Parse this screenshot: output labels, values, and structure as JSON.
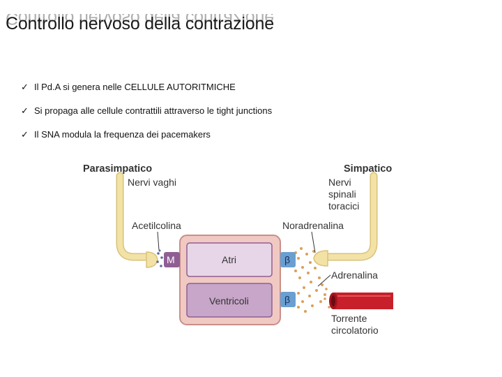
{
  "slide": {
    "title": "Controllo nervoso della contrazione"
  },
  "bullets": [
    {
      "check": "✓",
      "text": "Il Pd.A si genera nelle CELLULE AUTORITMICHE"
    },
    {
      "check": "✓",
      "text": "Si propaga alle cellule contrattili attraverso le tight junctions"
    },
    {
      "check": "✓",
      "text": "Il SNA modula la frequenza dei pacemakers"
    }
  ],
  "diagram": {
    "parasympathetic": "Parasimpatico",
    "vagus_nerves": "Nervi vaghi",
    "acetylcholine": "Acetilcolina",
    "muscarinic_receptor": "M",
    "sympathetic": "Simpatico",
    "spinal_nerves_1": "Nervi",
    "spinal_nerves_2": "spinali",
    "spinal_nerves_3": "toracici",
    "noradrenaline": "Noradrenalina",
    "beta_receptor_atria": "β",
    "beta_receptor_ventricles": "β",
    "adrenaline": "Adrenalina",
    "bloodstream_1": "Torrente",
    "bloodstream_2": "circolatorio",
    "atria": "Atri",
    "ventricles": "Ventricoli"
  },
  "colors": {
    "nerve": "#f2e2a6",
    "nerve_outline": "#d9c27a",
    "heart_outer": "#f0c9c2",
    "heart_border": "#c98f88",
    "atria_fill": "#e7d6e8",
    "ventricles_fill": "#c7a6c9",
    "m_receptor": "#8f5f93",
    "beta_receptor": "#6a9fd1",
    "vessel": "#c7202a"
  }
}
